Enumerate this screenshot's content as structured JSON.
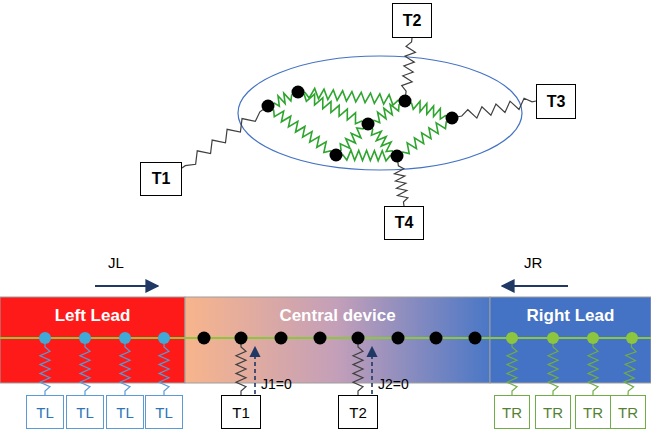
{
  "diagram": {
    "nodes": [
      {
        "text": [
          "T2"
        ]
      },
      {
        "text": [
          "T3"
        ]
      },
      {
        "text": [
          "T1"
        ]
      },
      {
        "text": [
          "T4"
        ]
      },
      {
        "text": [
          "Left Lead"
        ]
      },
      {
        "text": [
          "Central device"
        ]
      },
      {
        "text": [
          "Right Lead"
        ]
      },
      {
        "text": [
          "TL"
        ]
      },
      {
        "text": [
          "TL"
        ]
      },
      {
        "text": [
          "TL"
        ]
      },
      {
        "text": [
          "TL"
        ]
      },
      {
        "text": [
          "T1"
        ]
      },
      {
        "text": [
          "T2"
        ]
      },
      {
        "text": [
          "TR"
        ]
      },
      {
        "text": [
          "TR"
        ]
      },
      {
        "text": [
          "TR"
        ]
      },
      {
        "text": [
          "TR"
        ]
      }
    ],
    "edges": [
      {
        "from": 7,
        "to": 4,
        "arrow": "none"
      },
      {
        "from": 8,
        "to": 4,
        "arrow": "none"
      },
      {
        "from": 9,
        "to": 4,
        "arrow": "none"
      },
      {
        "from": 10,
        "to": 4,
        "arrow": "none"
      },
      {
        "from": 11,
        "to": 5,
        "arrow": "none"
      },
      {
        "from": 11,
        "to": 5,
        "arrow": "to",
        "label": "J1=0"
      },
      {
        "from": 12,
        "to": 5,
        "arrow": "none"
      },
      {
        "from": 12,
        "to": 5,
        "arrow": "to",
        "label": "J2=0"
      },
      {
        "from": 13,
        "to": 6,
        "arrow": "none"
      },
      {
        "from": 14,
        "to": 6,
        "arrow": "none"
      },
      {
        "from": 15,
        "to": 6,
        "arrow": "none"
      },
      {
        "from": 16,
        "to": 6,
        "arrow": "none"
      }
    ],
    "labels": [
      "JL",
      "JR"
    ]
  }
}
